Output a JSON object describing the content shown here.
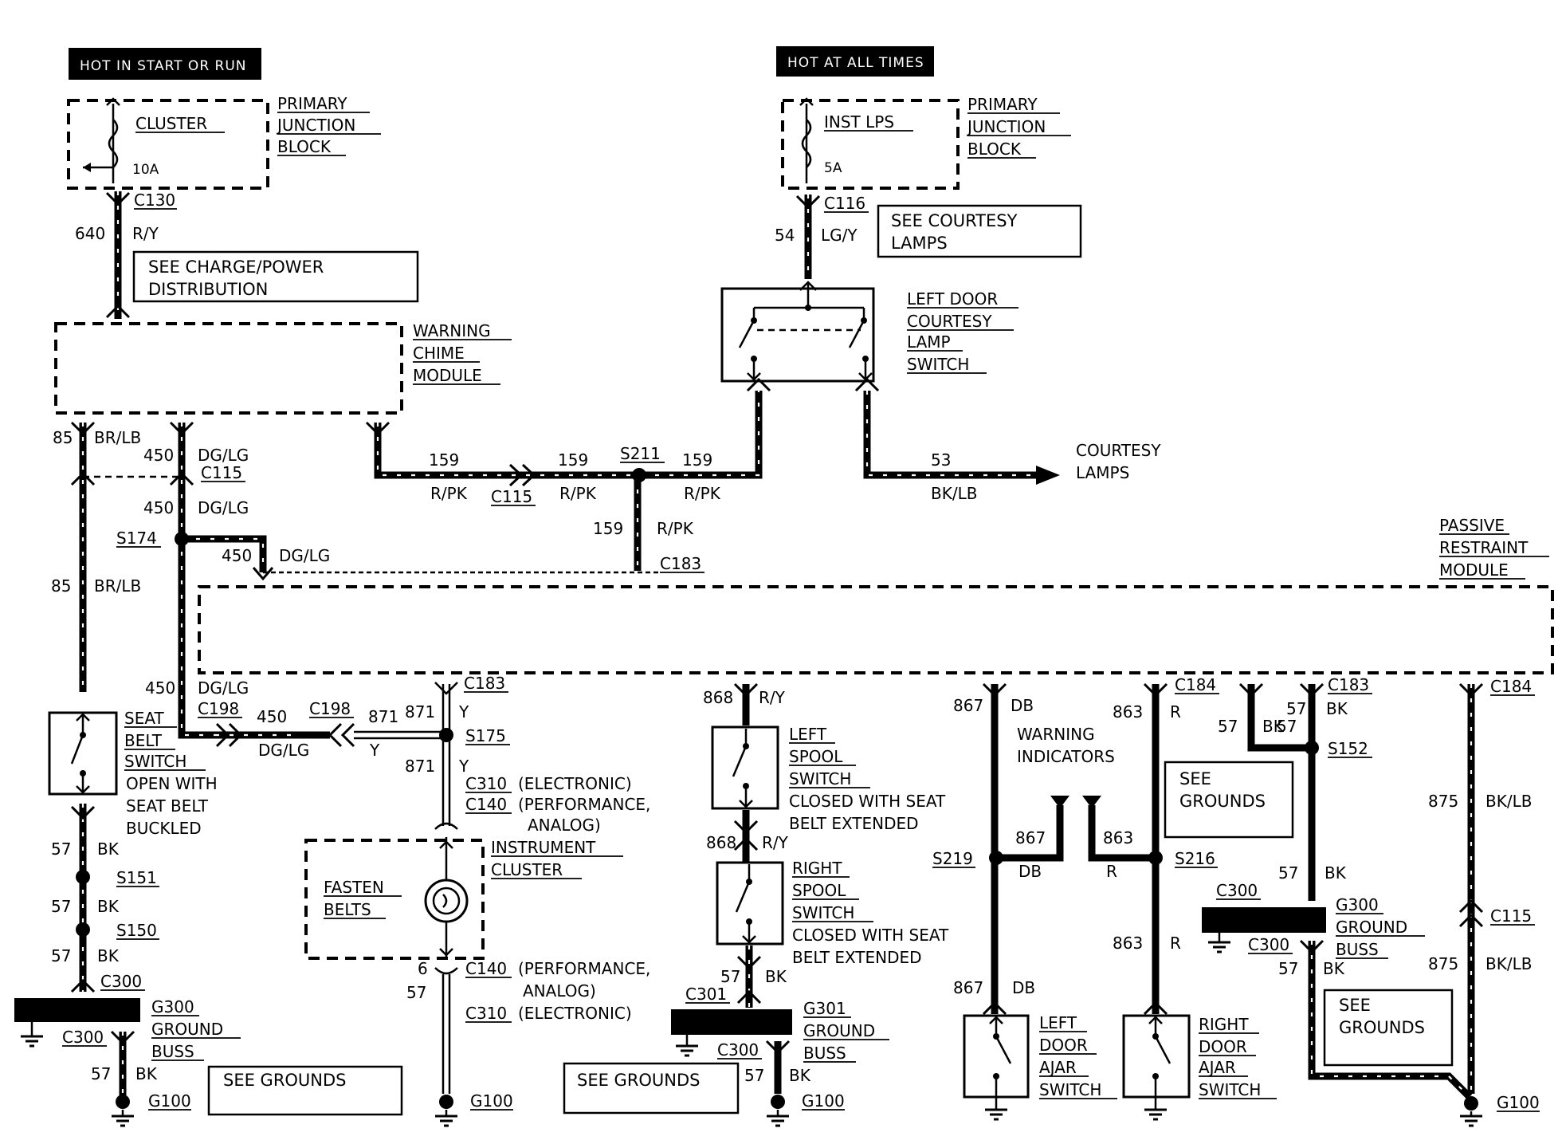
{
  "hot_start_run": "HOT IN START OR RUN",
  "hot_all_times": "HOT AT ALL TIMES",
  "pjb1": {
    "l1": "PRIMARY",
    "l2": "JUNCTION",
    "l3": "BLOCK",
    "fuse": "CLUSTER",
    "amp": "10A"
  },
  "pjb2": {
    "l1": "PRIMARY",
    "l2": "JUNCTION",
    "l3": "BLOCK",
    "fuse": "INST LPS",
    "amp": "5A"
  },
  "c130": "C130",
  "c116": "C116",
  "w640": "640",
  "ry": "R/Y",
  "w54": "54",
  "lgy": "LG/Y",
  "see_charge": {
    "l1": "SEE CHARGE/POWER",
    "l2": "DISTRIBUTION"
  },
  "see_courtesy": {
    "l1": "SEE COURTESY",
    "l2": "LAMPS"
  },
  "chime": {
    "l1": "WARNING",
    "l2": "CHIME",
    "l3": "MODULE"
  },
  "ldcls": {
    "l1": "LEFT DOOR",
    "l2": "COURTESY",
    "l3": "LAMP",
    "l4": "SWITCH"
  },
  "courtesy_lamps": {
    "l1": "COURTESY",
    "l2": "LAMPS"
  },
  "w159": "159",
  "rpk": "R/PK",
  "c115": "C115",
  "s211": "S211",
  "w53": "53",
  "bklb": "BK/LB",
  "c183": "C183",
  "w85": "85",
  "brlb": "BR/LB",
  "w450": "450",
  "dglg": "DG/LG",
  "s174": "S174",
  "prm": {
    "l1": "PASSIVE",
    "l2": "RESTRAINT",
    "l3": "MODULE"
  },
  "c198": "C198",
  "w871": "871",
  "y": "Y",
  "s175": "S175",
  "seat_belt": {
    "l1": "SEAT",
    "l2": "BELT",
    "l3": "SWITCH",
    "l4": "OPEN WITH",
    "l5": "SEAT BELT",
    "l6": "BUCKLED"
  },
  "c310e": "C310",
  "electronic": "(ELECTRONIC)",
  "c140p": "C140",
  "performance": "(PERFORMANCE,",
  "analog": "ANALOG)",
  "instr": {
    "l1": "INSTRUMENT",
    "l2": "CLUSTER"
  },
  "fasten": {
    "l1": "FASTEN",
    "l2": "BELTS"
  },
  "w57": "57",
  "bk": "BK",
  "s151": "S151",
  "s150": "S150",
  "c300": "C300",
  "g300": {
    "l1": "G300",
    "l2": "GROUND",
    "l3": "BUSS"
  },
  "g301": {
    "l1": "G301",
    "l2": "GROUND",
    "l3": "BUSS"
  },
  "g100": "G100",
  "see_grounds": "SEE GROUNDS",
  "see_grounds2": {
    "l1": "SEE",
    "l2": "GROUNDS"
  },
  "w6": "6",
  "c301": "C301",
  "w868": "868",
  "lspool": {
    "l1": "LEFT",
    "l2": "SPOOL",
    "l3": "SWITCH",
    "l4": "CLOSED WITH SEAT",
    "l5": "BELT EXTENDED"
  },
  "rspool": {
    "l1": "RIGHT",
    "l2": "SPOOL",
    "l3": "SWITCH",
    "l4": "CLOSED WITH SEAT",
    "l5": "BELT EXTENDED"
  },
  "w867": "867",
  "db": "DB",
  "w863": "863",
  "r": "R",
  "c184": "C184",
  "warn_ind": {
    "l1": "WARNING",
    "l2": "INDICATORS"
  },
  "s219": "S219",
  "s216": "S216",
  "s152": "S152",
  "ldas": {
    "l1": "LEFT",
    "l2": "DOOR",
    "l3": "AJAR",
    "l4": "SWITCH"
  },
  "rdas": {
    "l1": "RIGHT",
    "l2": "DOOR",
    "l3": "AJAR",
    "l4": "SWITCH"
  },
  "w875": "875"
}
